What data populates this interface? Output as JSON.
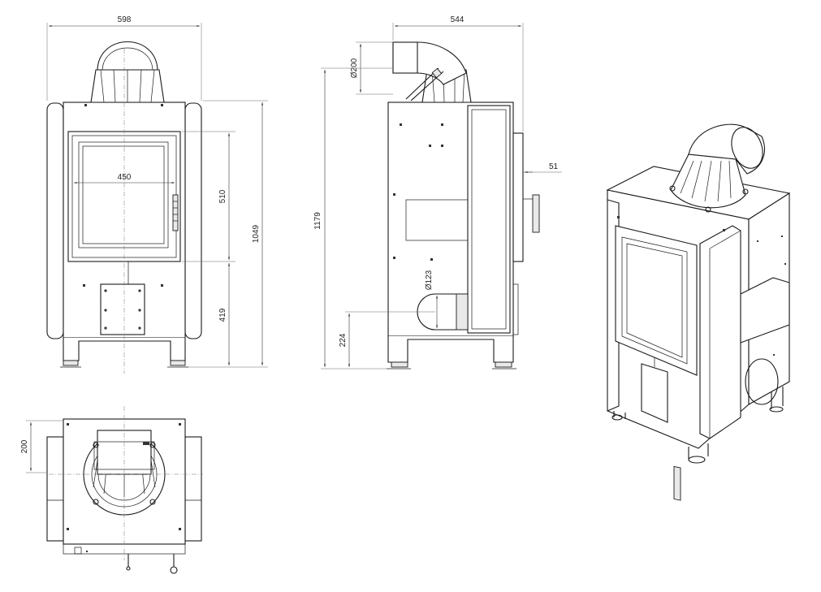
{
  "drawing": {
    "dimensions": {
      "front_width": "598",
      "front_glass_width": "450",
      "front_door_height": "510",
      "front_total_height": "1049",
      "front_base_height": "419",
      "side_depth": "544",
      "side_flue_diameter": "Ø200",
      "side_total_height": "1179",
      "side_offset": "51",
      "side_air_inlet_diameter": "Ø123",
      "side_inlet_height": "224",
      "top_offset": "200"
    }
  }
}
